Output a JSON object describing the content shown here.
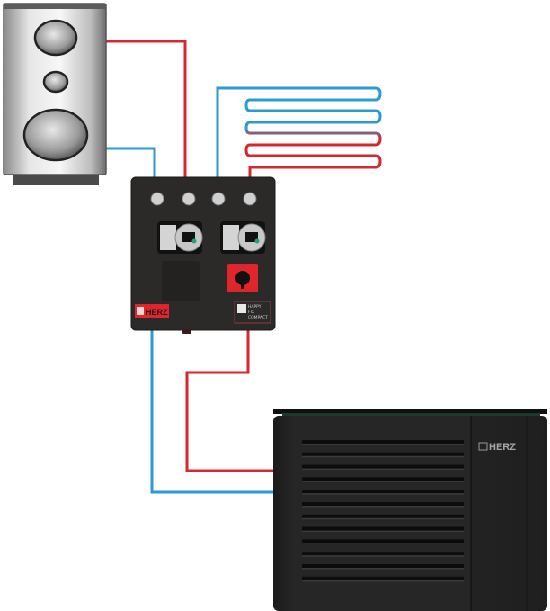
{
  "diagram": {
    "title": "Heat pump hydraulic schematic",
    "colors": {
      "supply": "#d8262e",
      "return": "#2b9bd3",
      "station_body": "#2a2a2a",
      "heat_pump_body": "#222222",
      "brand_red": "#e0252c",
      "tank": "#c9c9c9"
    },
    "components": {
      "storage_tank": {
        "name": "Storage tank"
      },
      "pump_station": {
        "name": "Pump station",
        "brand": "HERZ",
        "label_lines": [
          "HAPPY",
          "FIX",
          "COMPACT"
        ],
        "gauges": 4,
        "pumps": 2,
        "switch": "rotary switch"
      },
      "heat_pump": {
        "name": "Heat pump",
        "brand": "HERZ",
        "louvers": 12
      },
      "floor_heating": {
        "name": "Floor heating loop"
      }
    }
  }
}
